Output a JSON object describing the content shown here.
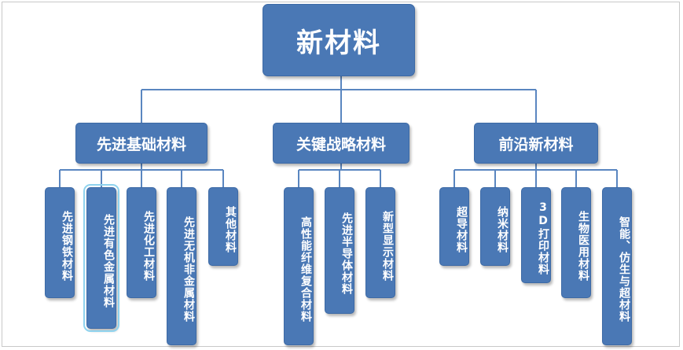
{
  "root": {
    "label": "新材料"
  },
  "categories": [
    {
      "label": "先进基础材料",
      "items": [
        "先进钢铁材料",
        "先进有色金属材料",
        "先进化工材料",
        "先进无机非金属材料",
        "其他材料"
      ]
    },
    {
      "label": "关键战略材料",
      "items": [
        "高性能纤维复合材料",
        "先进半导体材料",
        "新型显示材料"
      ]
    },
    {
      "label": "前沿新材料",
      "items": [
        "超导材料",
        "纳米材料",
        "3D打印材料",
        "生物医用材料",
        "智能、仿生与超材料"
      ]
    }
  ],
  "colors": {
    "box_fill": "#4a78b5",
    "box_border": "#3d6aa6",
    "connector": "#5a86c0",
    "selection": "#8fd3ee"
  }
}
